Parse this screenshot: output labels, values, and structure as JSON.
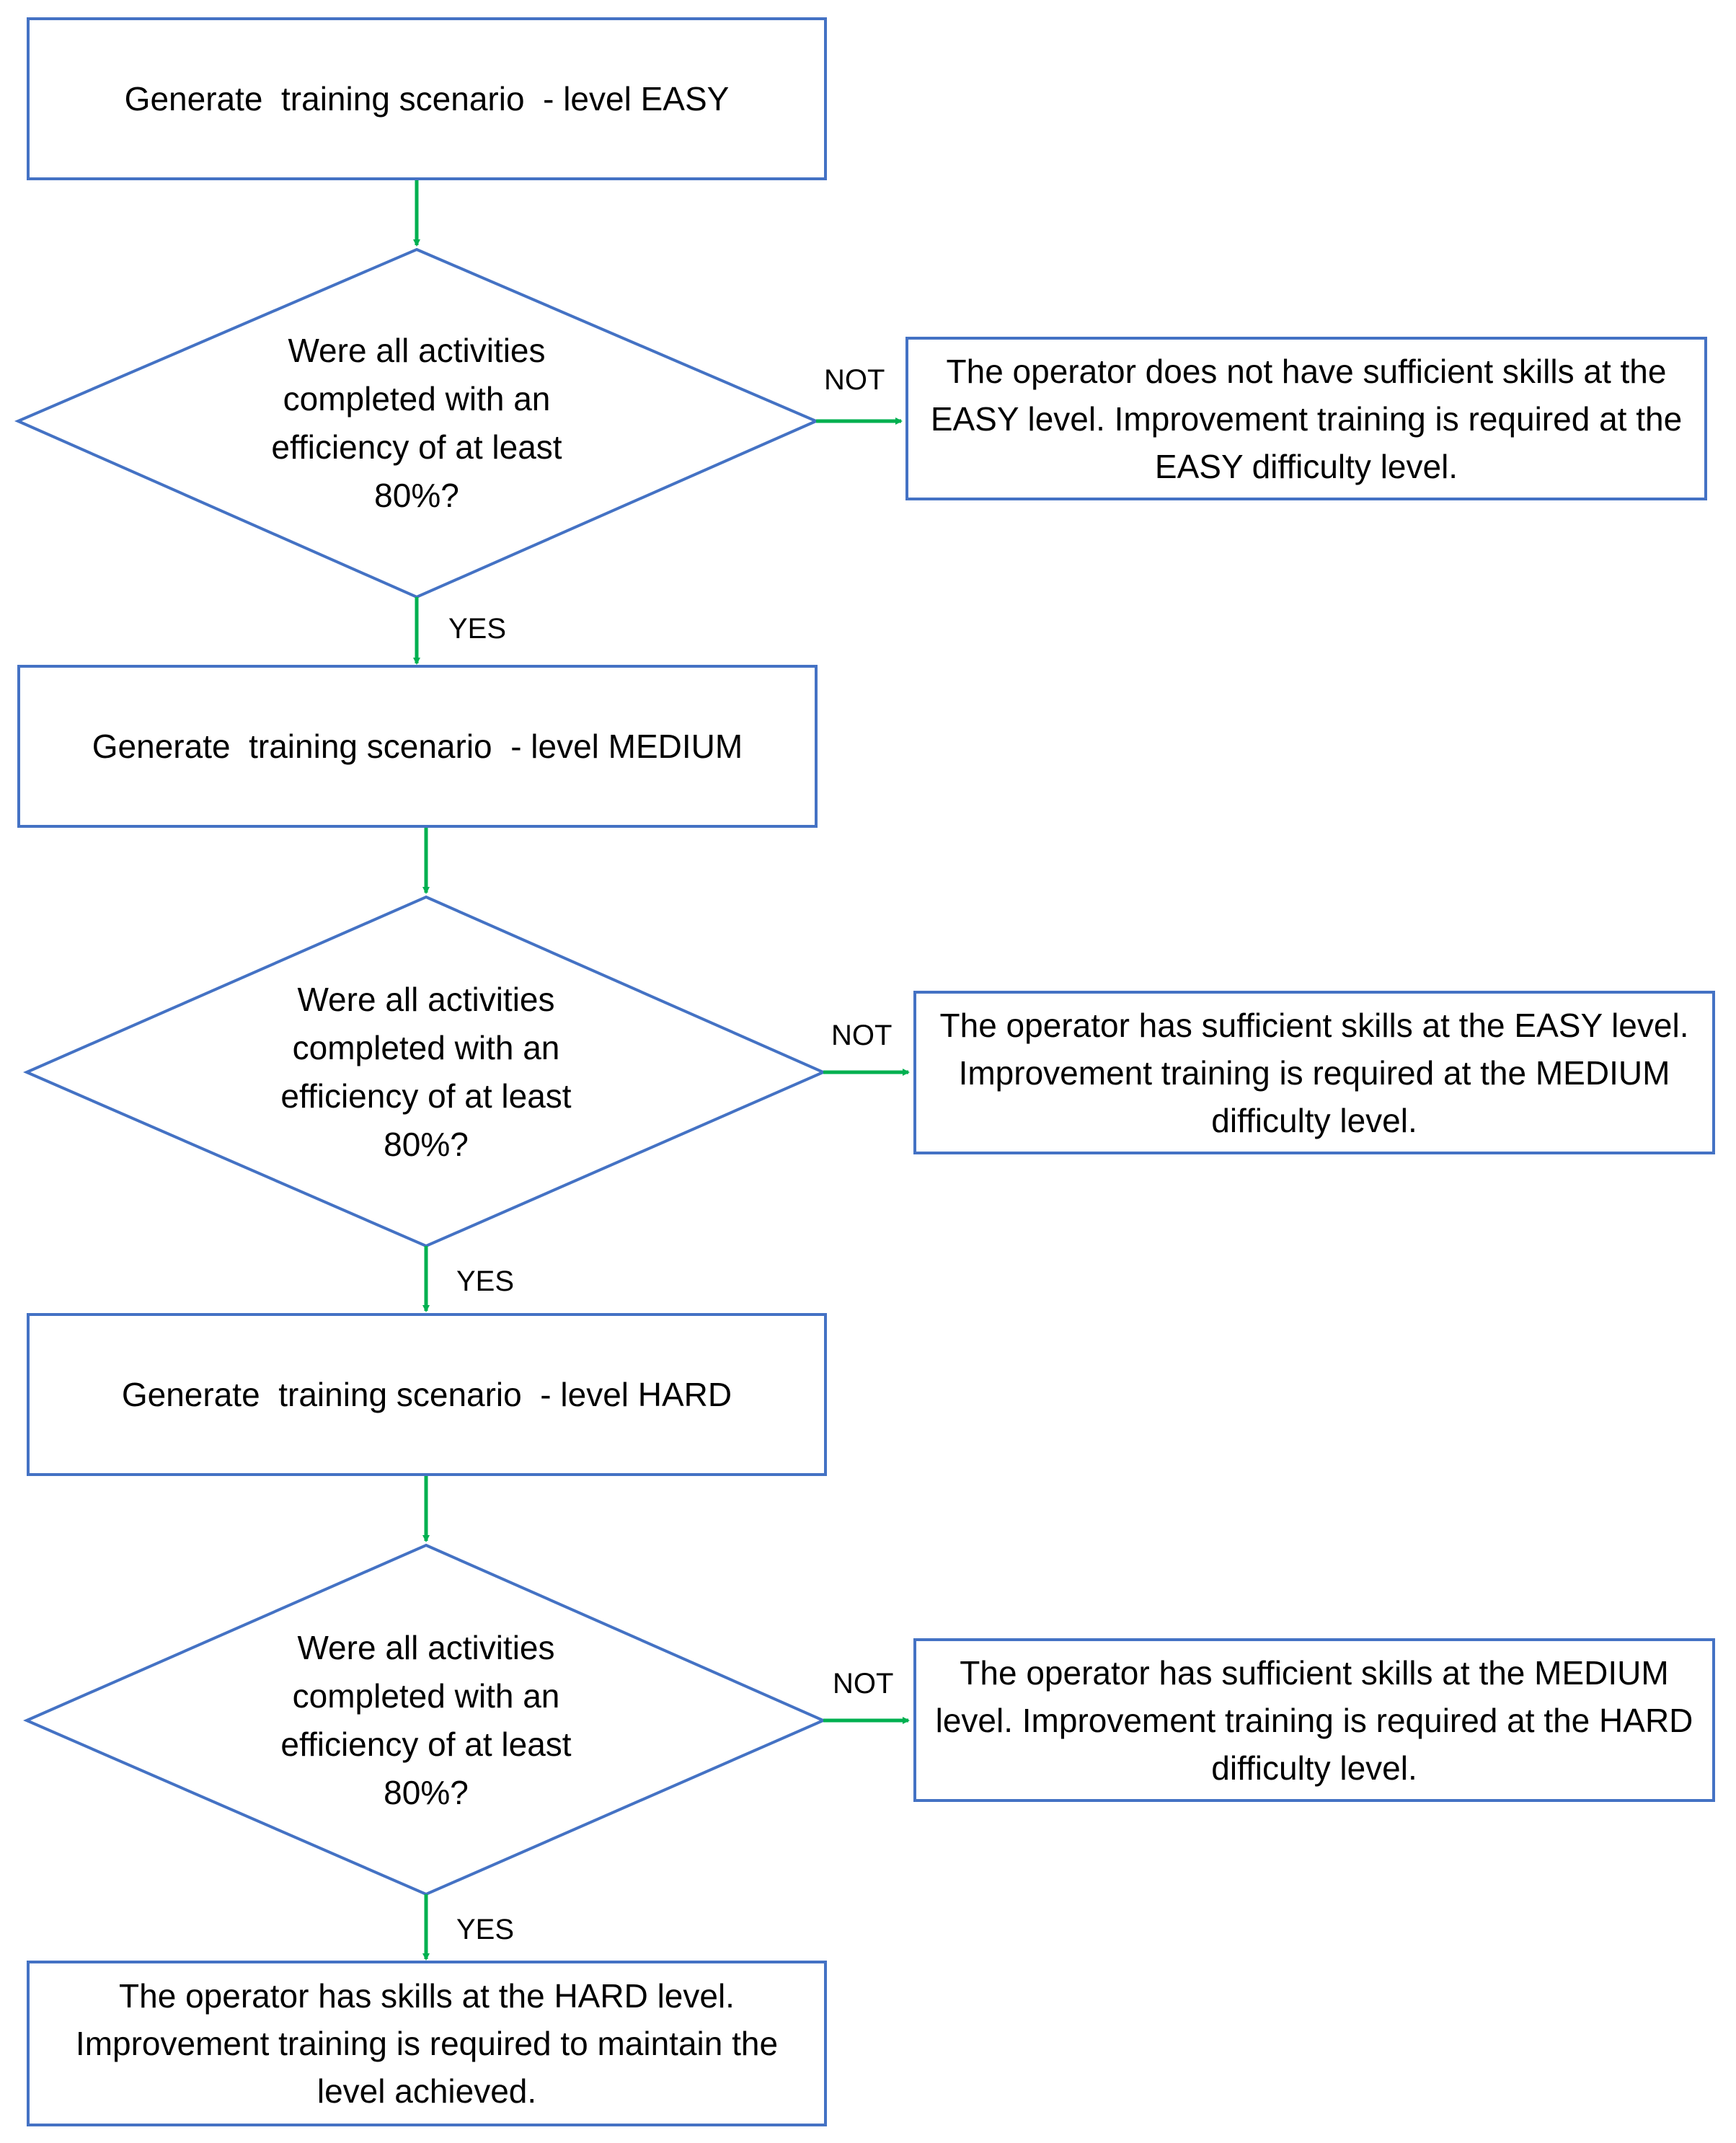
{
  "colors": {
    "box_border": "#4472C4",
    "arrow": "#00B050"
  },
  "steps": [
    {
      "generate": "Generate  training scenario  - level EASY",
      "question": "Were all activities completed with an efficiency of at least 80%?",
      "no_label": "NOT",
      "no_result": "The operator does not have sufficient skills at the EASY level. Improvement training is required at the EASY difficulty level.",
      "yes_label": "YES"
    },
    {
      "generate": "Generate  training scenario  - level MEDIUM",
      "question": "Were all activities completed with an efficiency of at least 80%?",
      "no_label": "NOT",
      "no_result": "The operator has sufficient skills at the EASY level. Improvement training is required at the MEDIUM difficulty level.",
      "yes_label": "YES"
    },
    {
      "generate": "Generate  training scenario  - level HARD",
      "question": "Were all activities completed with an efficiency of at least 80%?",
      "no_label": "NOT",
      "no_result": "The operator has sufficient skills at the MEDIUM level. Improvement training is required at the HARD difficulty level.",
      "yes_label": "YES"
    }
  ],
  "final_result": "The operator has skills at the HARD level. Improvement training is required to maintain the level achieved."
}
